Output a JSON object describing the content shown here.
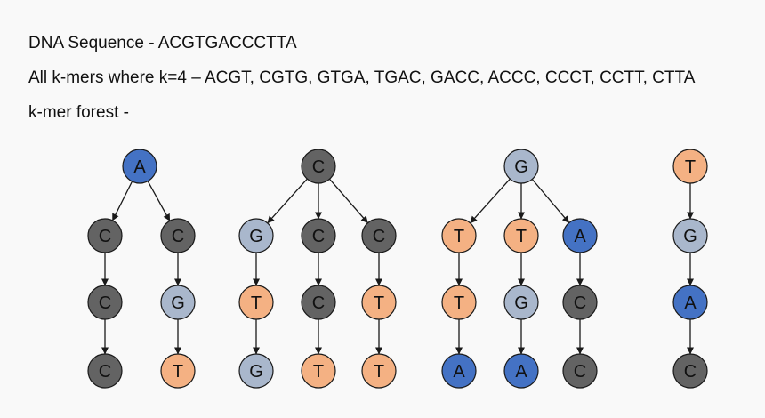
{
  "header": {
    "sequence_line": "DNA Sequence - ACGTGACCCTTA",
    "kmers_line": "All k-mers where k=4 – ACGT, CGTG, GTGA, TGAC, GACC, ACCC, CCCT, CCTT, CTTA",
    "forest_label": "k-mer forest -"
  },
  "colors": {
    "A": "#4472c4",
    "C": "#636363",
    "G": "#a9b7cc",
    "T": "#f4b183",
    "stroke": "#1a1a1a",
    "background": "#f9f9f9"
  },
  "forest": [
    {
      "root": "A",
      "levels": [
        [
          "C",
          "C"
        ],
        [
          "C",
          "G"
        ],
        [
          "C",
          "T"
        ]
      ]
    },
    {
      "root": "C",
      "levels": [
        [
          "G",
          "C",
          "C"
        ],
        [
          "T",
          "C",
          "T"
        ],
        [
          "G",
          "T",
          "T"
        ]
      ]
    },
    {
      "root": "G",
      "levels": [
        [
          "T",
          "T",
          "A"
        ],
        [
          "T",
          "G",
          "C"
        ],
        [
          "A",
          "A",
          "C"
        ]
      ]
    },
    {
      "root": "T",
      "levels": [
        [
          "G"
        ],
        [
          "A"
        ],
        [
          "C"
        ]
      ]
    }
  ]
}
